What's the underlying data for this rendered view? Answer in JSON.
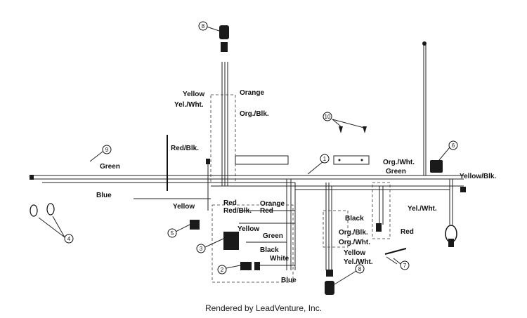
{
  "labels": {
    "yellow_top": "Yellow",
    "orange_top": "Orange",
    "yel_wht_top": "Yel./Wht.",
    "org_blk_top": "Org./Blk.",
    "red_blk_left": "Red/Blk.",
    "green_left": "Green",
    "blue_left": "Blue",
    "org_wht": "Org./Wht.",
    "green_right": "Green",
    "yellow_blk": "Yellow/Blk.",
    "yel_wht_right": "Yel./Wht.",
    "yellow_mid": "Yellow",
    "red_mid": "Red",
    "red_blk_mid": "Red/Blk.",
    "orange_mid": "Orange",
    "red_mid2": "Red",
    "black_right": "Black",
    "red_right": "Red",
    "yellow_lower": "Yellow",
    "green_lower": "Green",
    "org_blk_lower": "Org./Blk.",
    "org_wht_lower": "Org./Wht.",
    "black_lower": "Black",
    "white_lower": "White",
    "yellow_lower2": "Yellow",
    "yel_wht_lower": "Yel./Wht.",
    "blue_lower": "Blue"
  },
  "callouts": [
    "1",
    "2",
    "3",
    "4",
    "5",
    "6",
    "7",
    "8",
    "8",
    "9",
    "10"
  ],
  "footer": "Rendered by LeadVenture, Inc."
}
